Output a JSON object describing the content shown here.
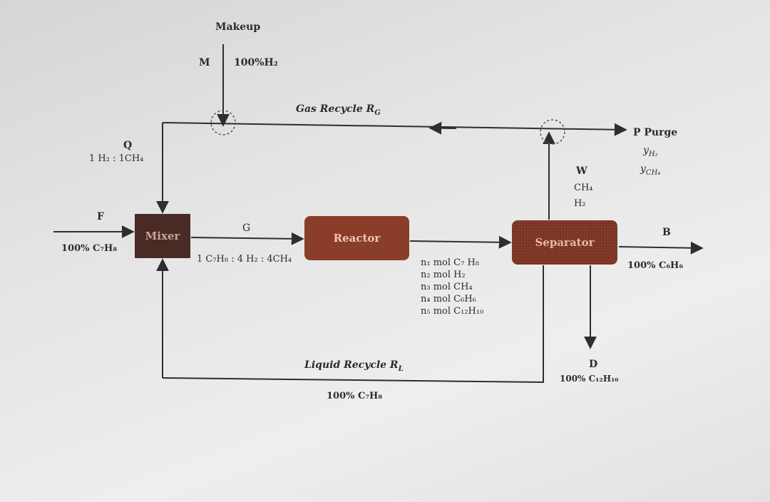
{
  "units": {
    "mixer": "Mixer",
    "reactor": "Reactor",
    "separator": "Separator"
  },
  "streams": {
    "makeup_title": "Makeup",
    "makeup_letter": "M",
    "makeup_comp": "100%H₂",
    "gas_recycle": "Gas Recycle R",
    "gas_recycle_sub": "G",
    "purge_title": "P Purge",
    "purge_y_h2": "y",
    "purge_y_h2_sub": "H₂",
    "purge_y_ch4": "y",
    "purge_y_ch4_sub": "CH₄",
    "q_letter": "Q",
    "q_comp": "1 H₂ : 1CH₄",
    "f_letter": "F",
    "f_comp": "100% C₇H₈",
    "g_letter": "G",
    "g_comp": "1 C₇H₈ : 4 H₂ : 4CH₄",
    "w_letter": "W",
    "w_ch4": "CH₄",
    "w_h2": "H₂",
    "b_letter": "B",
    "b_comp": "100% C₆H₆",
    "d_letter": "D",
    "d_comp": "100%  C₁₂H₁₀",
    "liquid_recycle": "Liquid Recycle R",
    "liquid_recycle_sub": "L",
    "liquid_comp": "100% C₇H₈"
  },
  "reactor_effluent": [
    "n₁ mol C₇ H₈",
    "n₂ mol H₂",
    "n₃ mol CH₄",
    "n₄ mol C₆H₆",
    "n₅ mol C₁₂H₁₀"
  ],
  "colors": {
    "line": "#2e2e2e",
    "mixer": "#4a2a24",
    "reactor": "#8a3e2a",
    "separator": "#7a3424"
  }
}
